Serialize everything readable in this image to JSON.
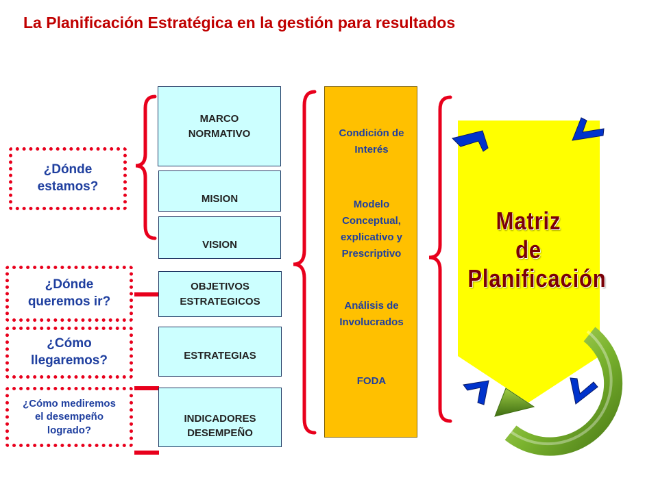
{
  "title": "La Planificación Estratégica en la gestión para resultados",
  "questions": [
    {
      "line1": "¿Dónde",
      "line2": "estamos?"
    },
    {
      "line1": "¿Dónde",
      "line2": "queremos ir?"
    },
    {
      "line1": "¿Cómo",
      "line2": "llegaremos?"
    },
    {
      "line1": "¿Cómo mediremos",
      "line2": "el desempeño",
      "line3": "logrado?"
    }
  ],
  "components": [
    "MARCO\nNORMATIVO",
    "MISION",
    "VISION",
    "OBJETIVOS\nESTRATEGICOS",
    "ESTRATEGIAS",
    "INDICADORES\nDESEMPEÑO"
  ],
  "tools": [
    "Condición de\nInterés",
    "Modelo\nConceptual,\nexplicativo y\nPrescriptivo",
    "Análisis de\nInvolucrados",
    "FODA"
  ],
  "matrix": {
    "line1": "Matriz",
    "line2": "de",
    "line3": "Planificación"
  },
  "colors": {
    "title": "#c00000",
    "question_text": "#1f3f9f",
    "dotted_border": "#e8001c",
    "component_fill": "#ccffff",
    "tools_fill": "#ffc000",
    "matrix_fill": "#ffff00",
    "matrix_text": "#7a0008",
    "chevrons": "#0033cc",
    "cycle_arrow": "#7ab32e"
  }
}
